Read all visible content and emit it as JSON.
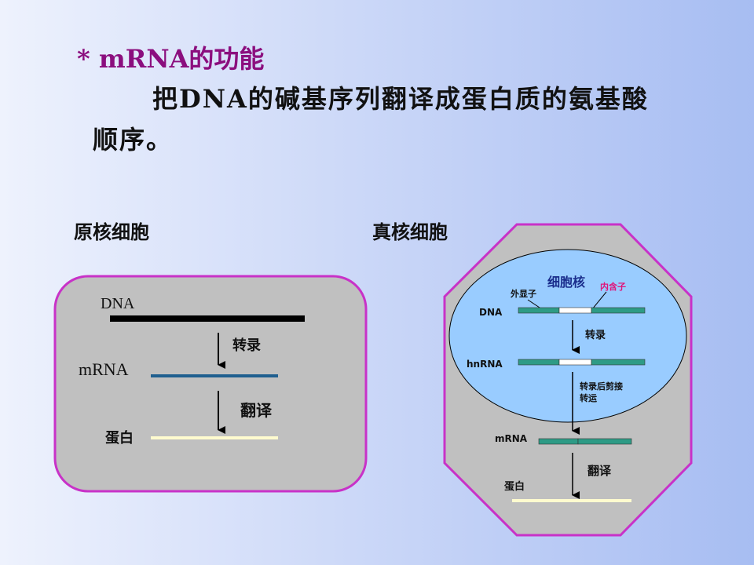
{
  "slide": {
    "title": "* mRNA的功能",
    "body": "把DNA的碱基序列翻译成蛋白质的氨基酸顺序。"
  },
  "prokaryote": {
    "heading": "原核细胞",
    "dna_label": "DNA",
    "mrna_label": "mRNA",
    "protein_label": "蛋白",
    "transcription_label": "转录",
    "translation_label": "翻译"
  },
  "eukaryote": {
    "heading": "真核细胞",
    "nucleus_label": "细胞核",
    "exon_label": "外显子",
    "intron_label": "内含子",
    "dna_label": "DNA",
    "transcription_label": "转录",
    "hnrna_label": "hnRNA",
    "splicing_label_line1": "转录后剪接",
    "splicing_label_line2": "转运",
    "mrna_label": "mRNA",
    "translation_label": "翻译",
    "protein_label": "蛋白"
  },
  "colors": {
    "title": "#8b0e7e",
    "cell_border": "#c832c8",
    "cell_fill": "#c0c0c0",
    "nucleus_fill": "#99ccff",
    "exon": "#2e9b86",
    "mrna_line": "#1f5f8f",
    "protein_line": "#fffbcf",
    "intron_label": "#e0147a"
  }
}
